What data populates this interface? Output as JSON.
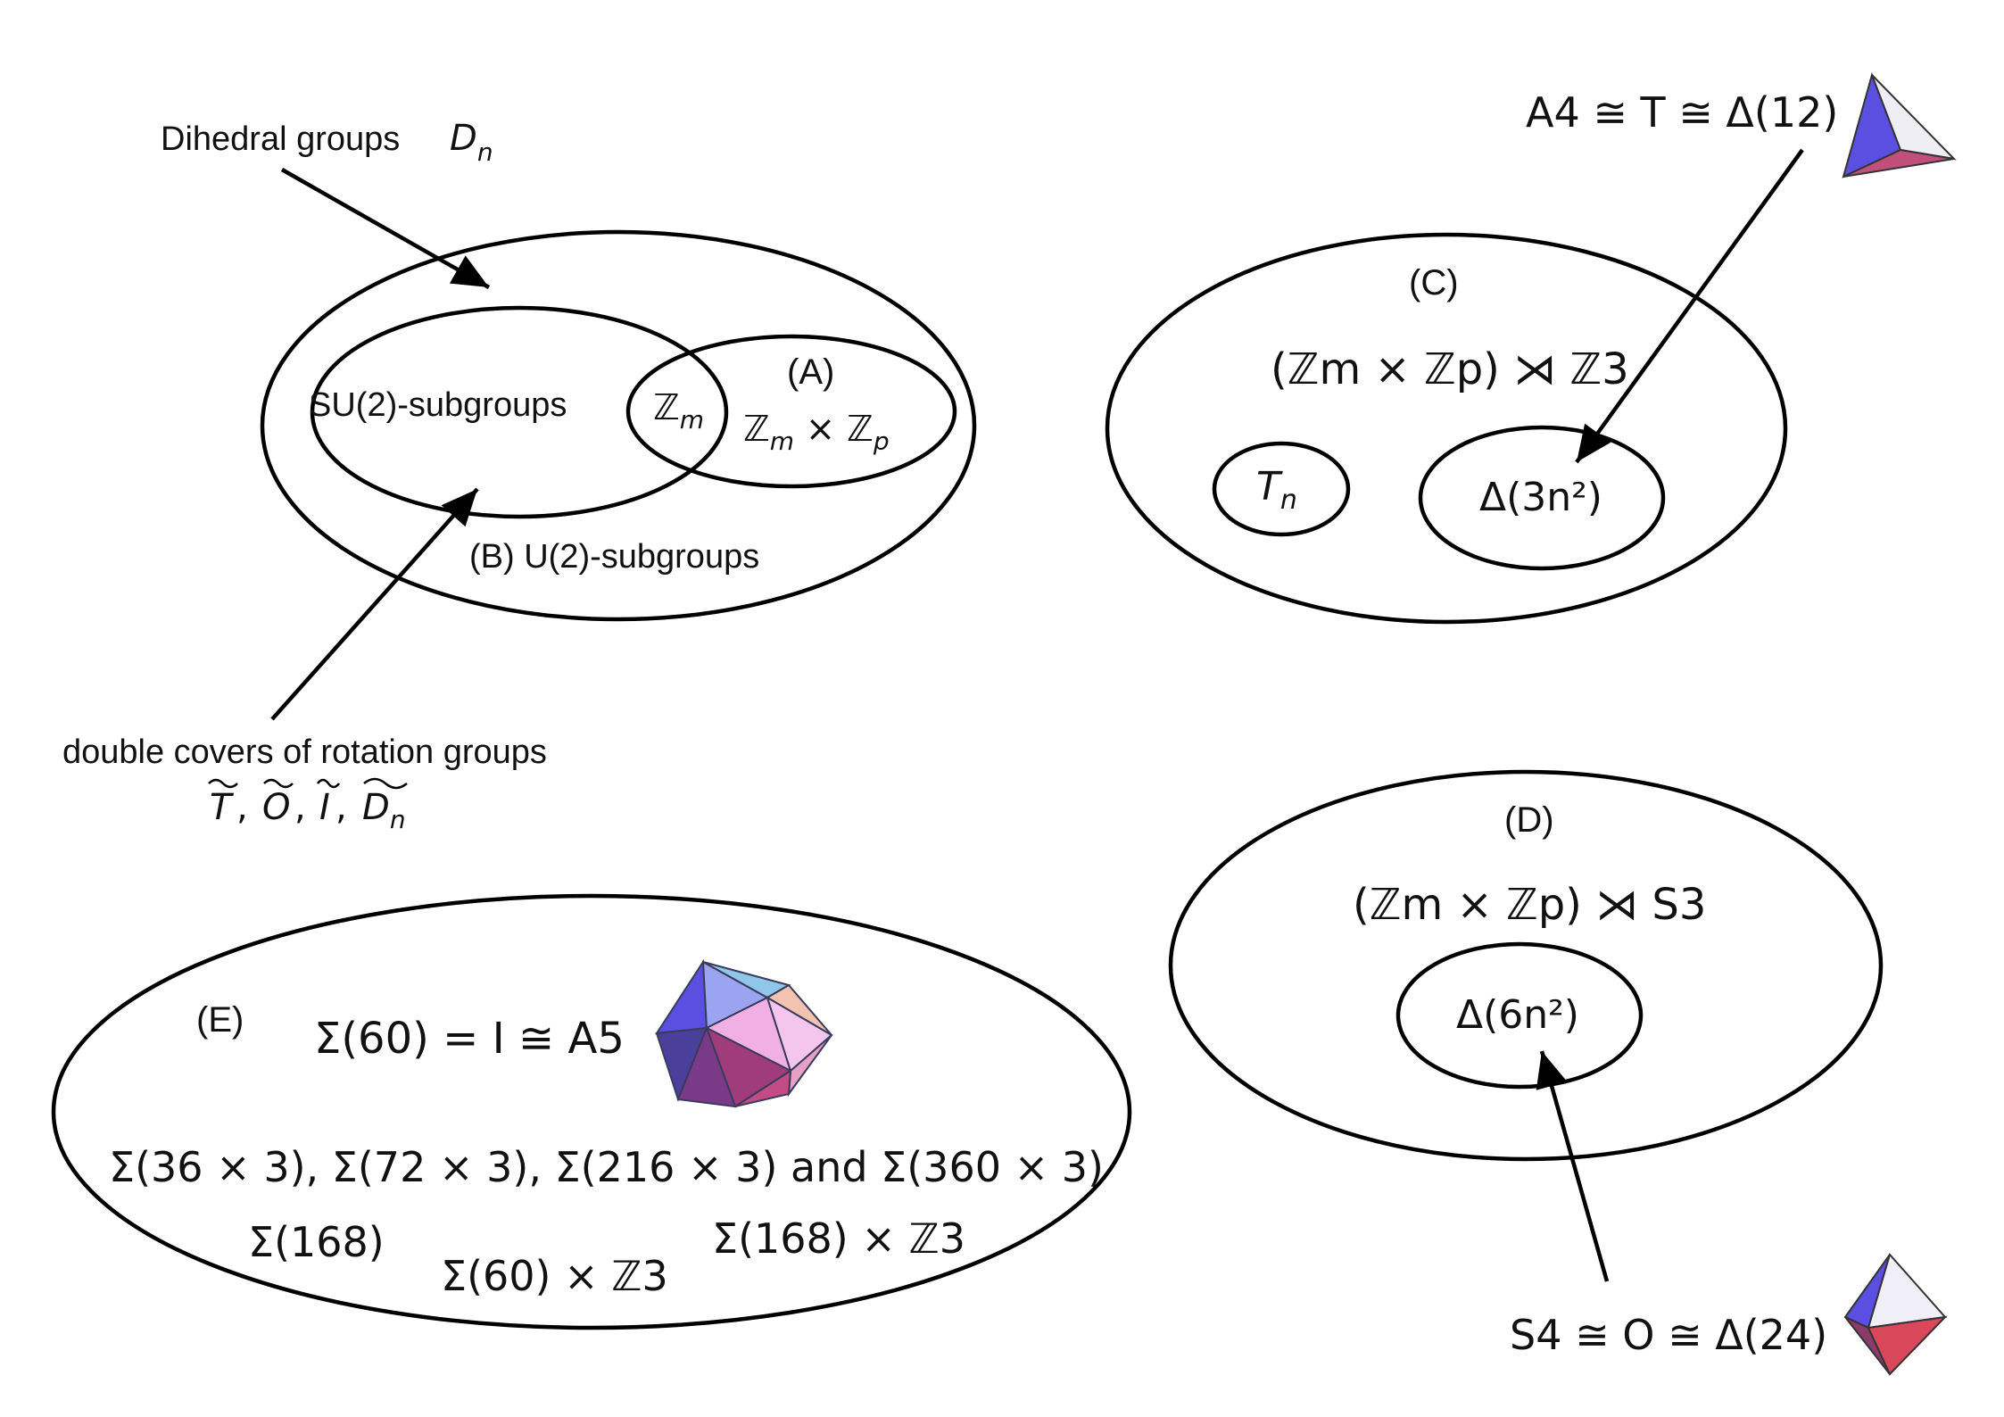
{
  "labels": {
    "dihedral": "Dihedral groups",
    "dihedral_sym": "D",
    "dihedral_sub": "n",
    "su2": "SU(2)-subgroups",
    "zm_center": "ℤ",
    "zm_center_sub": "m",
    "a_tag": "(A)",
    "a_z1": "ℤ",
    "a_z1_sub": "m",
    "a_times": " × ",
    "a_z2": "ℤ",
    "a_z2_sub": "p",
    "b_label": "(B) U(2)-subgroups",
    "double_covers": "double covers of rotation groups",
    "dc_T": "T",
    "dc_O": "O",
    "dc_I": "I",
    "dc_D": "D",
    "dc_D_sub": "n",
    "dc_sep": ",",
    "c_tag": "(C)",
    "c_formula": "(ℤm × ℤp) ⋊ ℤ3",
    "c_tn": "T",
    "c_tn_sub": "n",
    "c_delta": "Δ(3n²)",
    "a4_line": "A4 ≅ T ≅ Δ(12)",
    "d_tag": "(D)",
    "d_formula": "(ℤm × ℤp) ⋊ S3",
    "d_delta": "Δ(6n²)",
    "s4_line": "S4 ≅ O ≅ Δ(24)",
    "e_tag": "(E)",
    "e_sigma60": "Σ(60) = I ≅ A5",
    "e_row": "Σ(36 × 3), Σ(72 × 3), Σ(216 × 3) and Σ(360 × 3)",
    "e_sigma168": "Σ(168)",
    "e_sigma60z3": "Σ(60) × ℤ3",
    "e_sigma168z3": "Σ(168) × ℤ3"
  },
  "colors": {
    "stroke": "#000000",
    "blue_face": "#5a4fe0",
    "pink_face": "#c0507a",
    "light_face": "#f0eef6",
    "red_face": "#d9485a"
  },
  "icons": [
    "tetrahedron-icon",
    "octahedron-icon",
    "icosahedron-icon"
  ]
}
